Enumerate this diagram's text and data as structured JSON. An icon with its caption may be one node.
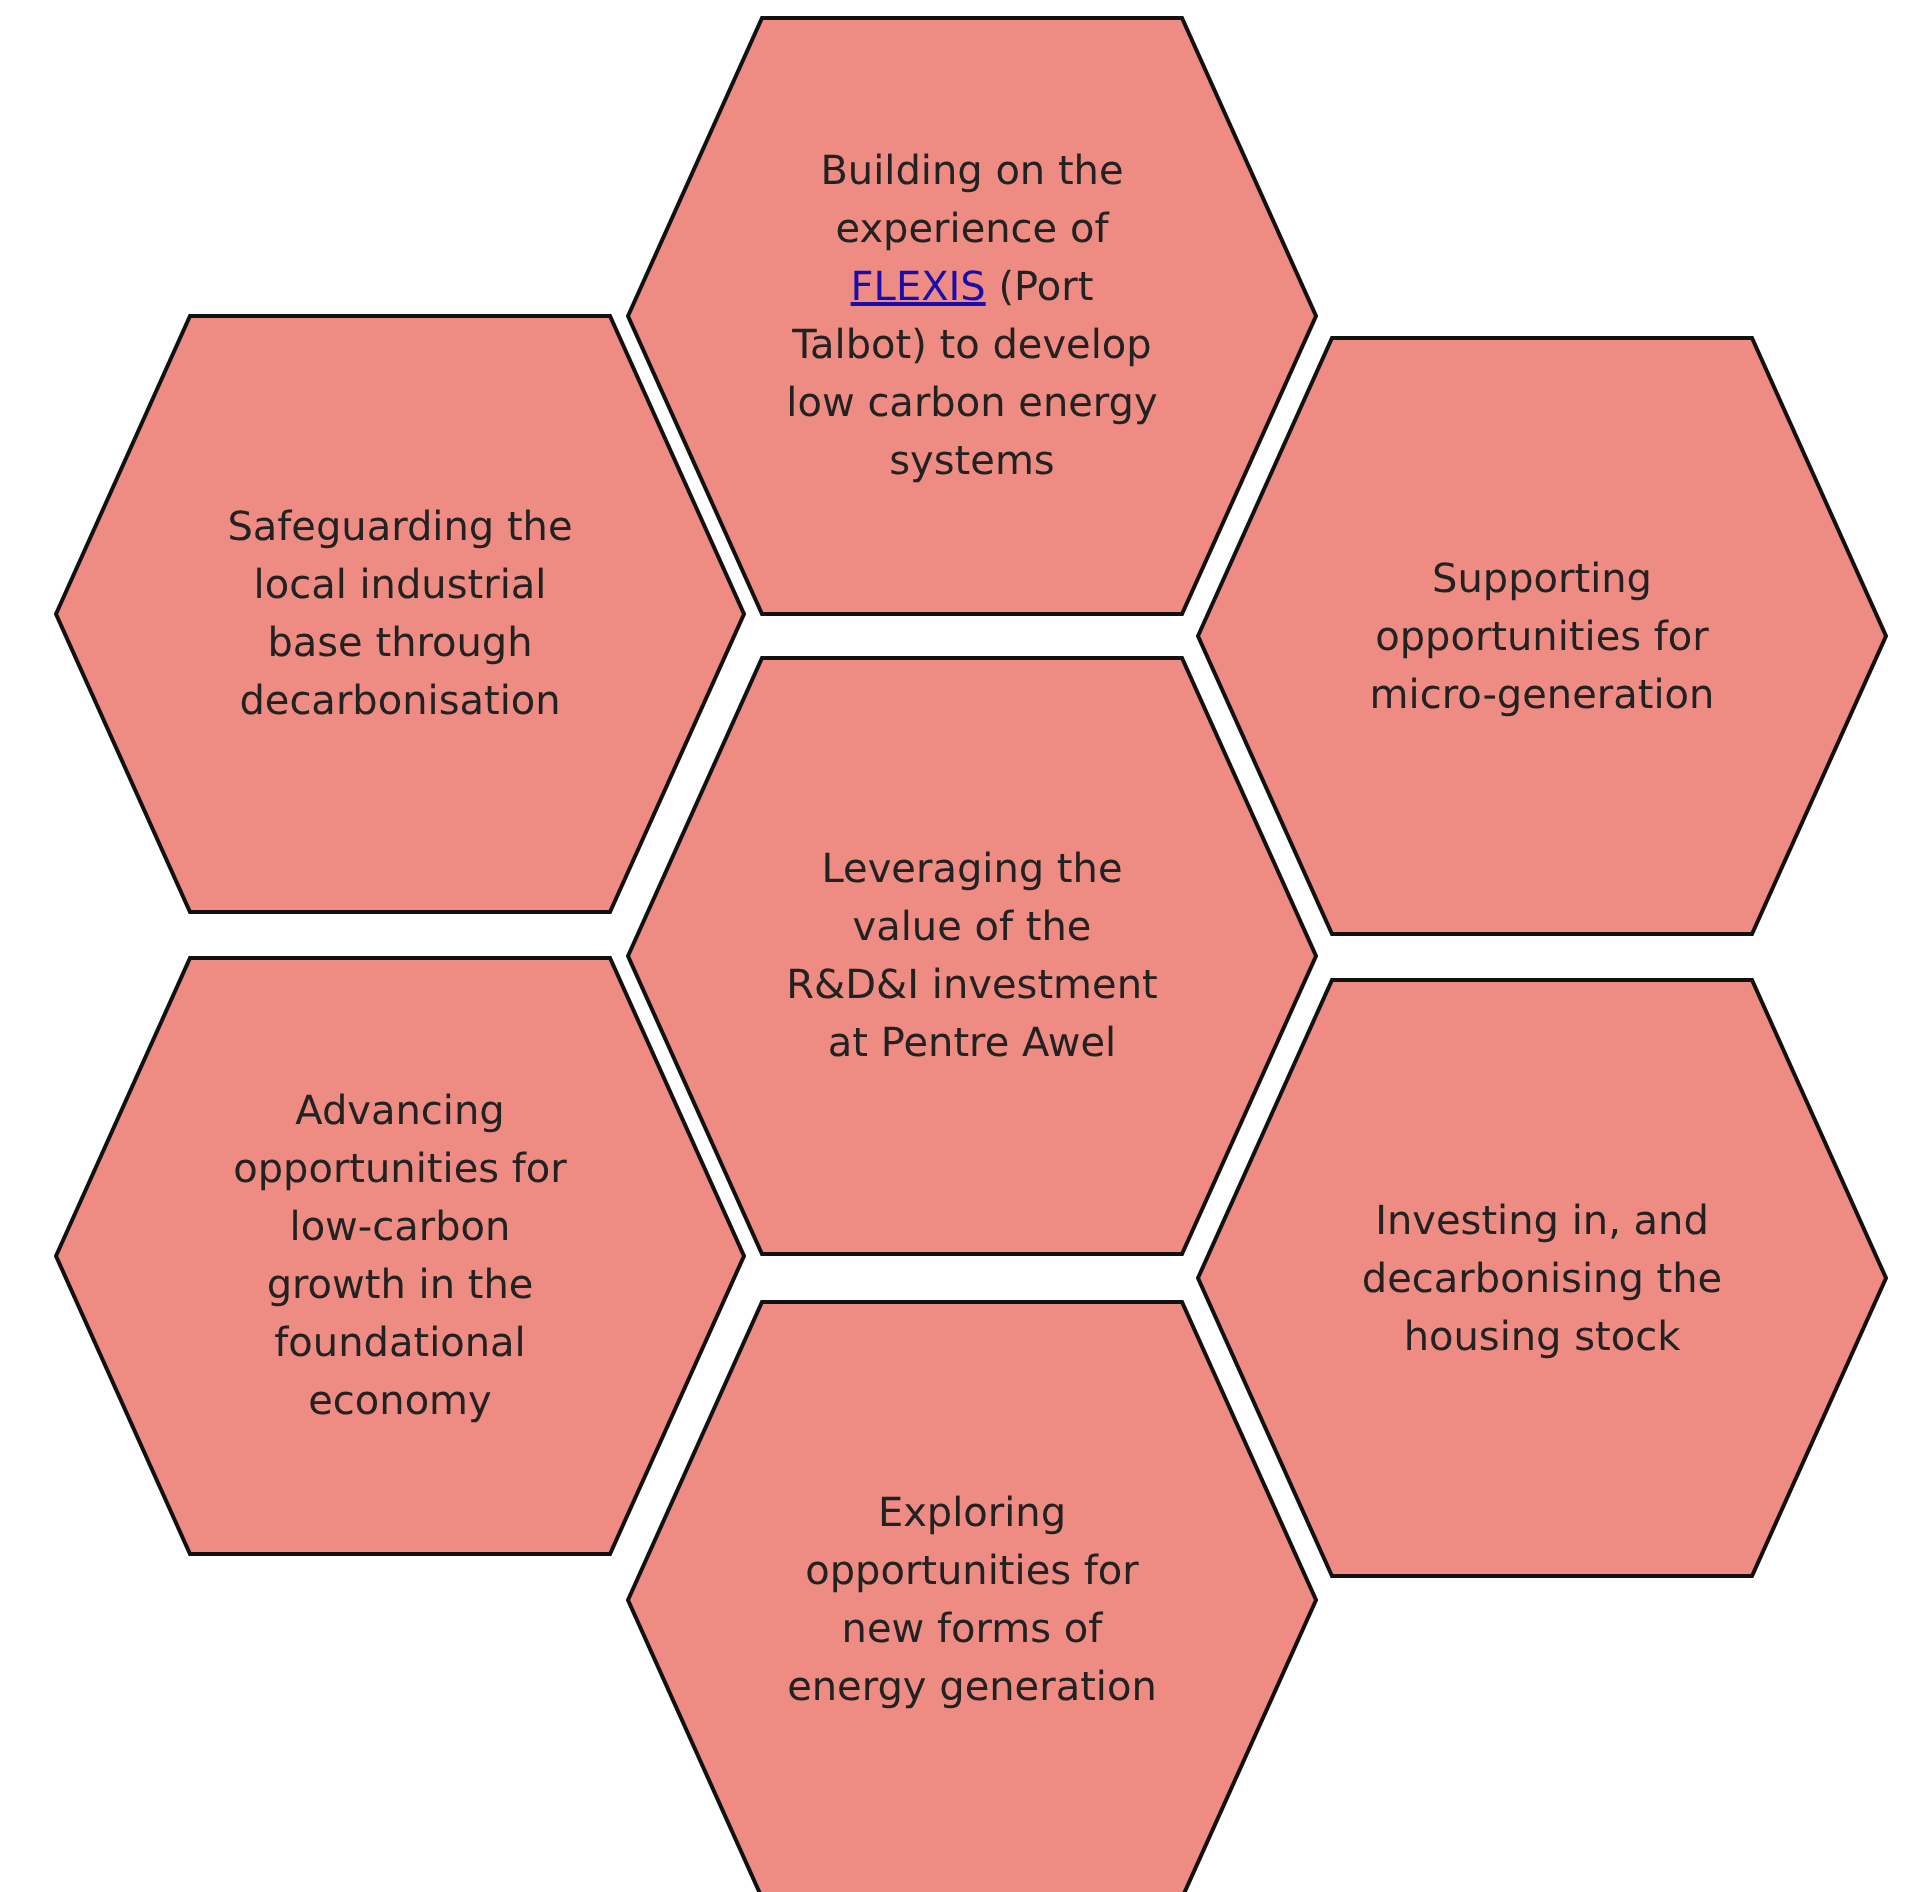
{
  "diagram": {
    "nodes": [
      {
        "text": [
          "Building on the experience of FLEXIS (Port Talbot) to develop low carbon energy systems"
        ]
      },
      {
        "text": [
          "Safeguarding the local industrial base through decarbonisation"
        ]
      },
      {
        "text": [
          "Supporting opportunities for micro-generation"
        ]
      },
      {
        "text": [
          "Leveraging the value of the R&D&I investment at Pentre Awel"
        ]
      },
      {
        "text": [
          "Advancing opportunities for low-carbon growth in the foundational economy"
        ]
      },
      {
        "text": [
          "Investing in, and decarbonising the housing stock"
        ]
      },
      {
        "text": [
          "Exploring opportunities for new forms of energy generation"
        ]
      }
    ]
  }
}
